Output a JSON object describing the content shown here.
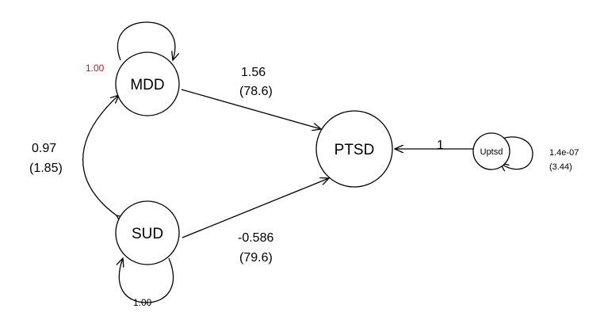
{
  "colors": {
    "fixed_value": "#b22222",
    "line": "#000000",
    "node_fill": "#ffffff"
  },
  "nodes": {
    "mdd": "MDD",
    "sud": "SUD",
    "ptsd": "PTSD",
    "uptsd": "Uptsd"
  },
  "paths": {
    "mdd_to_ptsd": {
      "estimate": "1.56",
      "se": "(78.6)"
    },
    "sud_to_ptsd": {
      "estimate": "-0.586",
      "se": "(79.6)"
    },
    "mdd_sud_covariance": {
      "estimate": "0.97",
      "se": "(1.85)"
    },
    "uptsd_to_ptsd": {
      "estimate": "1"
    }
  },
  "variances": {
    "mdd": "1.00",
    "sud": "1.00",
    "uptsd": {
      "estimate": "1.4e-07",
      "se": "(3.44)"
    }
  }
}
